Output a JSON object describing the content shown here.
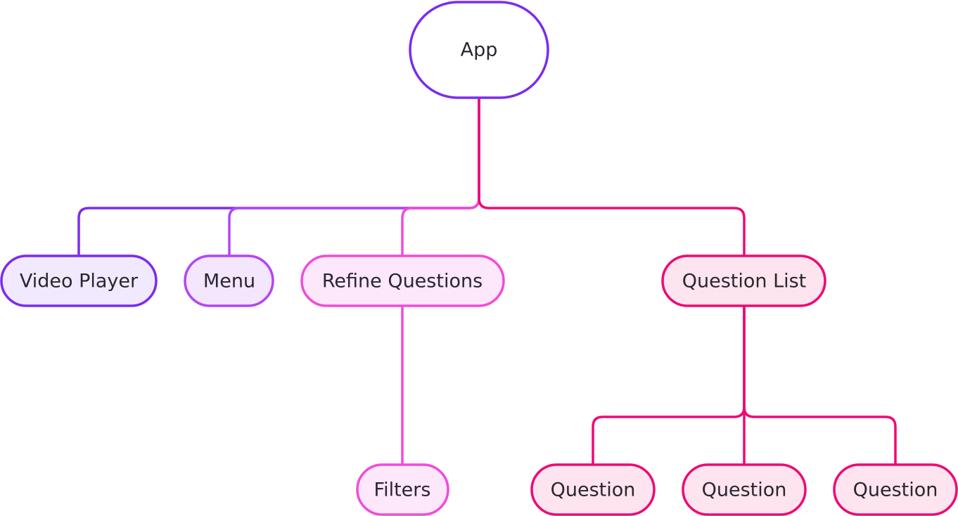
{
  "diagram": {
    "colors": {
      "purple": "#7a2cf0",
      "violet": "#b246f4",
      "magenta": "#f24bd8",
      "pink": "#ee0a73",
      "purple_fill": "#f1e9fd",
      "violet_fill": "#f4e6fd",
      "magenta_fill": "#fde7fa",
      "pink_fill": "#fde4ee"
    },
    "nodes": {
      "app": {
        "label": "App"
      },
      "video_player": {
        "label": "Video Player"
      },
      "menu": {
        "label": "Menu"
      },
      "refine_questions": {
        "label": "Refine Questions"
      },
      "question_list": {
        "label": "Question List"
      },
      "filters": {
        "label": "Filters"
      },
      "question_1": {
        "label": "Question"
      },
      "question_2": {
        "label": "Question"
      },
      "question_3": {
        "label": "Question"
      }
    },
    "edges": [
      {
        "from": "app",
        "to": "video_player"
      },
      {
        "from": "app",
        "to": "menu"
      },
      {
        "from": "app",
        "to": "refine_questions"
      },
      {
        "from": "app",
        "to": "question_list"
      },
      {
        "from": "refine_questions",
        "to": "filters"
      },
      {
        "from": "question_list",
        "to": "question_1"
      },
      {
        "from": "question_list",
        "to": "question_2"
      },
      {
        "from": "question_list",
        "to": "question_3"
      }
    ]
  }
}
